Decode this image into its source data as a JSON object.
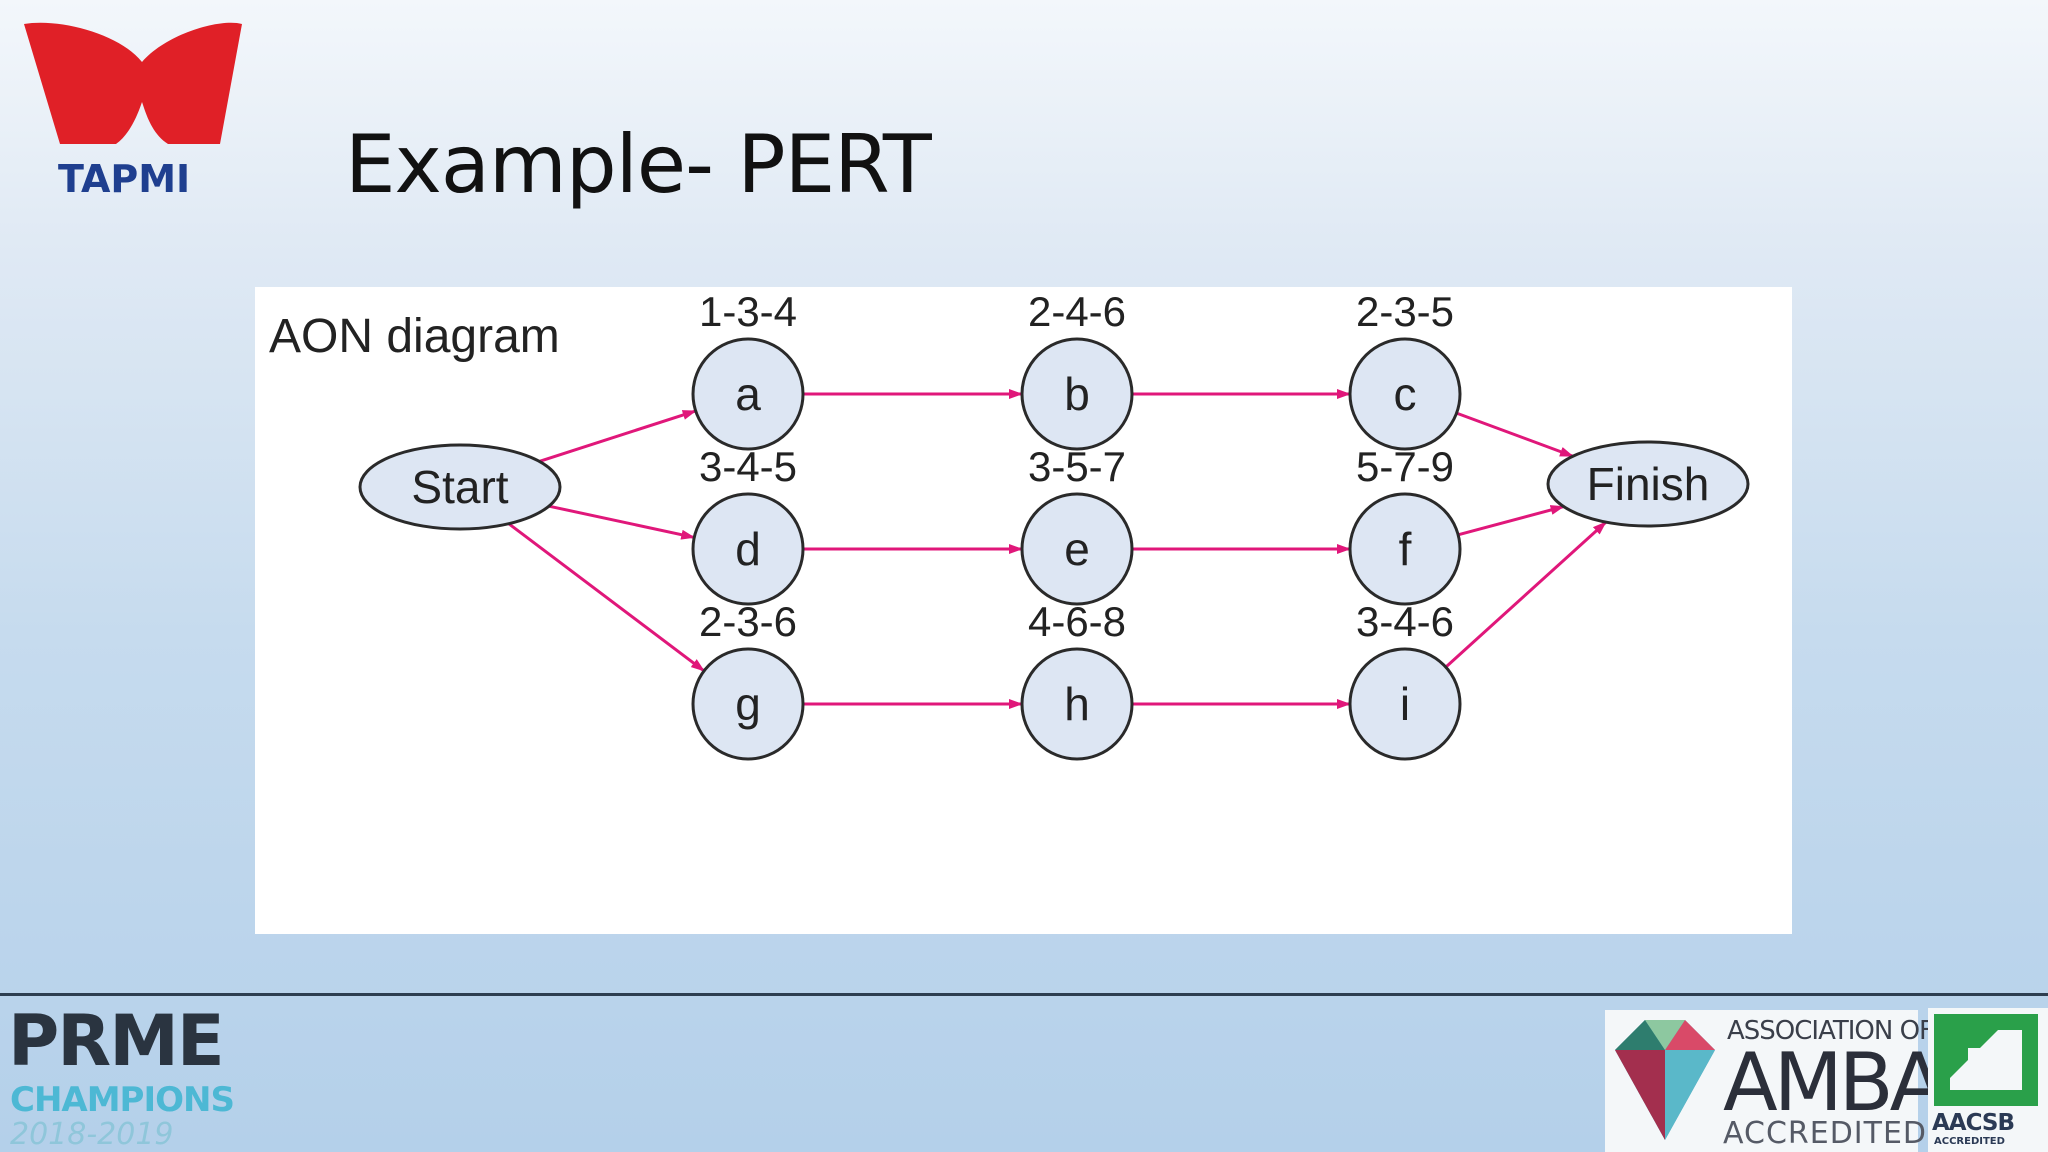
{
  "header": {
    "logo_text": "TAPMI",
    "title": "Example- PERT"
  },
  "diagram": {
    "label": "AON diagram",
    "nodes": [
      {
        "id": "start",
        "label": "Start",
        "shape": "ellipse"
      },
      {
        "id": "a",
        "label": "a",
        "times": "1-3-4"
      },
      {
        "id": "b",
        "label": "b",
        "times": "2-4-6"
      },
      {
        "id": "c",
        "label": "c",
        "times": "2-3-5"
      },
      {
        "id": "d",
        "label": "d",
        "times": "3-4-5"
      },
      {
        "id": "e",
        "label": "e",
        "times": "3-5-7"
      },
      {
        "id": "f",
        "label": "f",
        "times": "5-7-9"
      },
      {
        "id": "g",
        "label": "g",
        "times": "2-3-6"
      },
      {
        "id": "h",
        "label": "h",
        "times": "4-6-8"
      },
      {
        "id": "i",
        "label": "i",
        "times": "3-4-6"
      },
      {
        "id": "finish",
        "label": "Finish",
        "shape": "ellipse"
      }
    ],
    "edges": [
      [
        "start",
        "a"
      ],
      [
        "start",
        "d"
      ],
      [
        "start",
        "g"
      ],
      [
        "a",
        "b"
      ],
      [
        "b",
        "c"
      ],
      [
        "c",
        "finish"
      ],
      [
        "d",
        "e"
      ],
      [
        "e",
        "f"
      ],
      [
        "f",
        "finish"
      ],
      [
        "g",
        "h"
      ],
      [
        "h",
        "i"
      ],
      [
        "i",
        "finish"
      ]
    ],
    "colors": {
      "arrow": "#e0177a",
      "node_fill": "#dde6f3",
      "node_stroke": "#2a2a2a"
    }
  },
  "footer": {
    "prme": "PRME",
    "prme_sub": "CHAMPIONS",
    "prme_year": "2018-2019",
    "amba_assoc": "ASSOCIATION OF MBAs",
    "amba": "AMBA",
    "amba_accredited": "ACCREDITED",
    "aacsb": "AACSB",
    "aacsb_accredited": "ACCREDITED"
  }
}
